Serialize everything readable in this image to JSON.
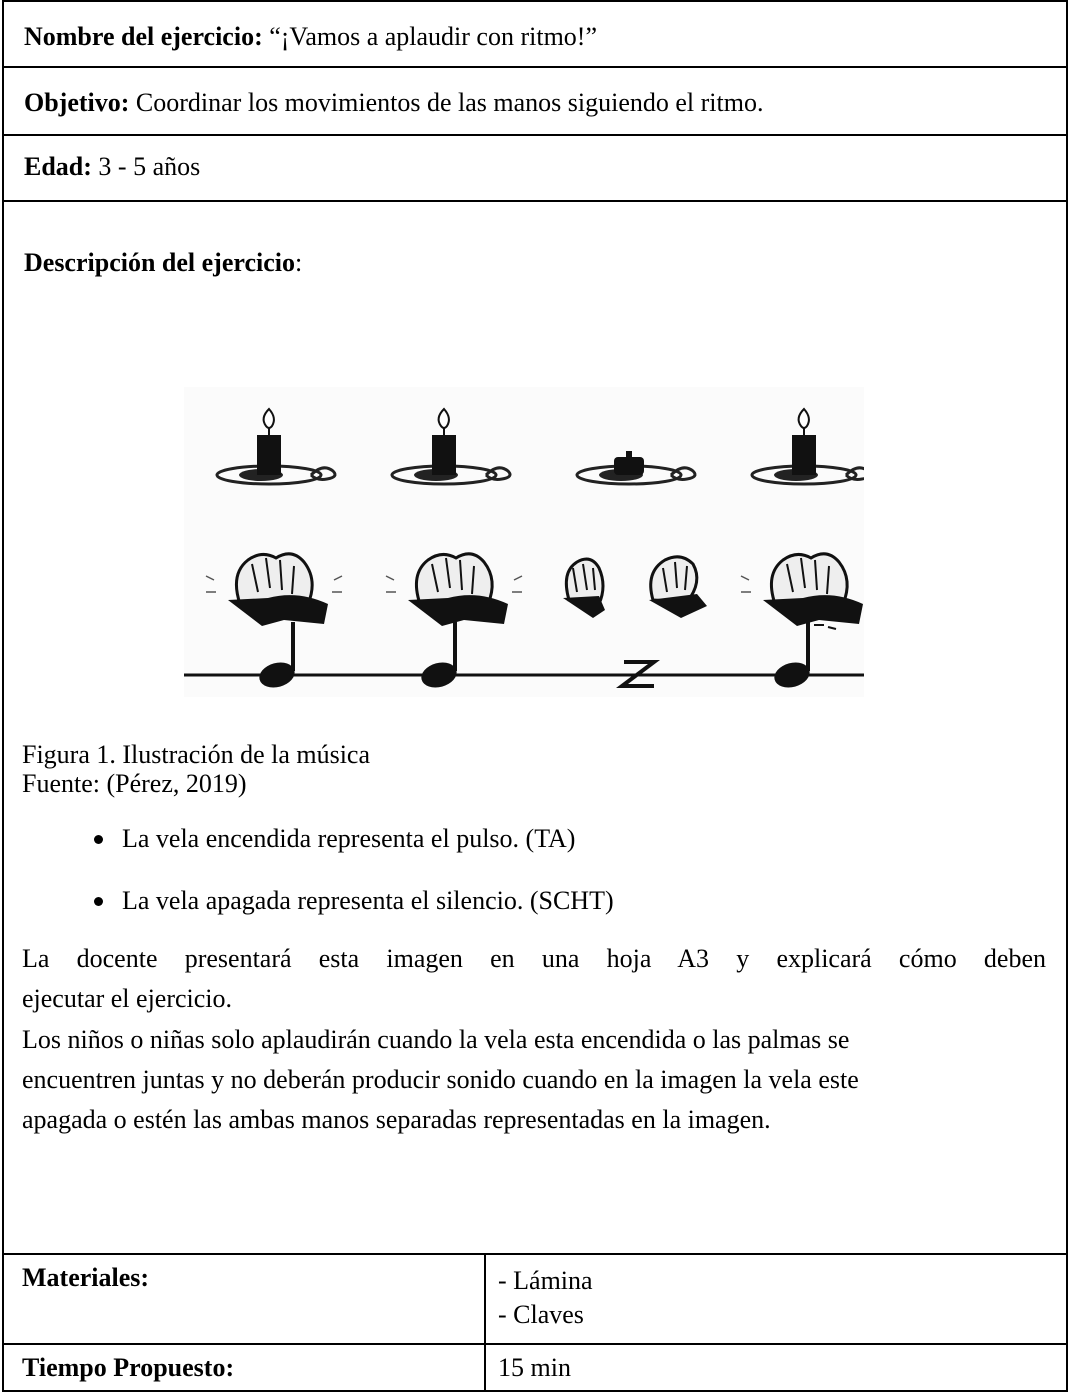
{
  "nombre": {
    "label": "Nombre del ejercicio:",
    "value": " “¡Vamos a aplaudir con ritmo!”"
  },
  "objetivo": {
    "label": "Objetivo:",
    "value": " Coordinar los movimientos de las manos siguiendo el ritmo."
  },
  "edad": {
    "label": "Edad:",
    "value": " 3 - 5 años"
  },
  "descripcion": {
    "label": "Descripción del ejercicio",
    "colon": ":",
    "figure_caption": "Figura 1.   Ilustración de la música",
    "figure_source": "Fuente: (Pérez, 2019)",
    "bullets": [
      "La vela encendida representa el pulso. (TA)",
      "La vela apagada representa el silencio. (SCHT)"
    ],
    "para1_line1": "La docente presentará esta imagen en una hoja A3 y explicará cómo deben",
    "para1_line2": "ejecutar el ejercicio.",
    "para2_line1": "Los niños o niñas solo aplaudirán cuando la vela esta encendida o las palmas se",
    "para2_line2": "encuentren juntas y no deberán producir sonido cuando en la imagen la vela este",
    "para2_line3": "apagada o estén las ambas manos separadas representadas en la imagen."
  },
  "materiales": {
    "label": "Materiales:",
    "items": [
      "- Lámina",
      "- Claves"
    ]
  },
  "tiempo": {
    "label": "Tiempo Propuesto:",
    "value": "15 min"
  }
}
